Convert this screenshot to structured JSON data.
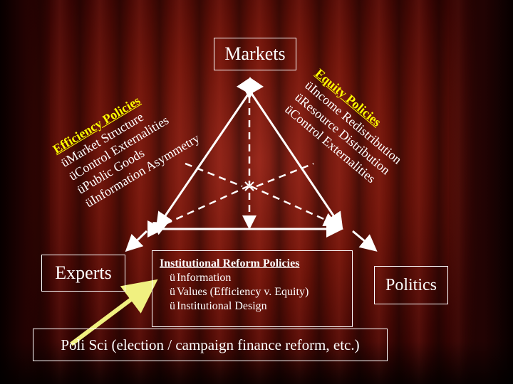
{
  "boxes": {
    "markets": "Markets",
    "experts": "Experts",
    "politics": "Politics",
    "poli_sci": "Poli Sci (election / campaign finance reform, etc.)"
  },
  "efficiency": {
    "title": "Efficiency Policies",
    "items": [
      "Market Structure",
      "Control Externalities",
      "Public Goods",
      "Information Asymmetry"
    ]
  },
  "equity": {
    "title": "Equity Policies",
    "items": [
      "Income Redistribution",
      "Resource Distribution",
      "Control Externalities"
    ]
  },
  "reform": {
    "title": "Institutional Reform Policies",
    "items": [
      "Information",
      "Values (Efficiency v. Equity)",
      "Institutional Design"
    ]
  },
  "check_glyph": "ü",
  "colors": {
    "background": "#6a1208",
    "text": "#ffffff",
    "title": "#ffff00",
    "arrow_highlight": "#f0f080"
  }
}
